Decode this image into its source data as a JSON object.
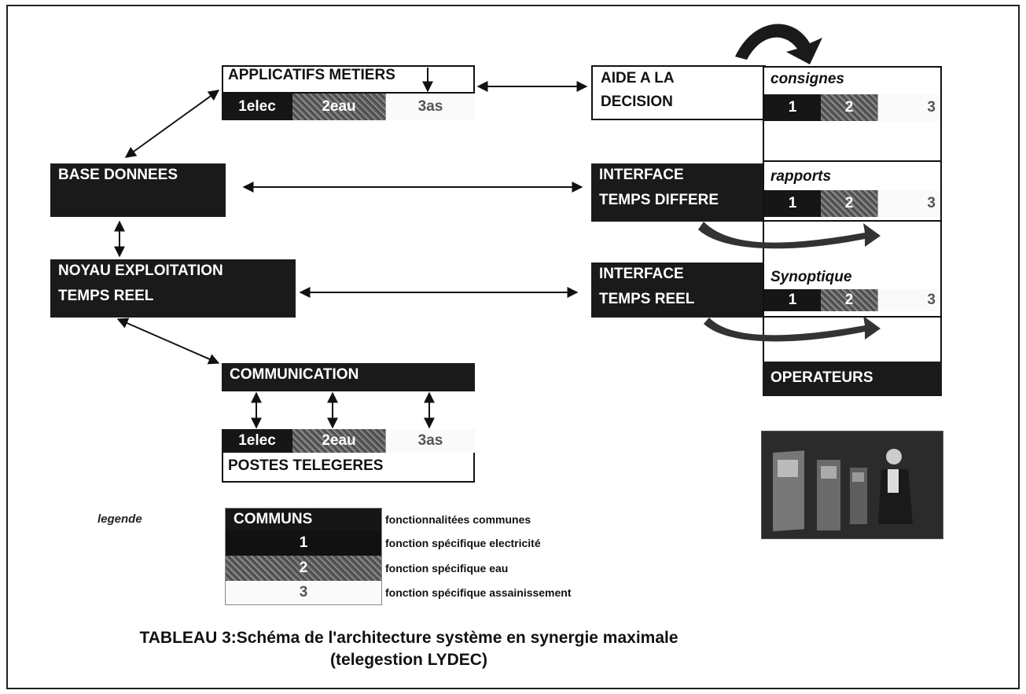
{
  "boxes": {
    "applicatifs": "APPLICATIFS METIERS",
    "aide_line1": "AIDE A LA",
    "aide_line2": "DECISION",
    "base": "BASE DONNEES",
    "noyau_line1": "NOYAU EXPLOITATION",
    "noyau_line2": "TEMPS REEL",
    "interface_diff_line1": "INTERFACE",
    "interface_diff_line2": "TEMPS DIFFERE",
    "interface_reel_line1": "INTERFACE",
    "interface_reel_line2": "TEMPS REEL",
    "communication": "COMMUNICATION",
    "postes": "POSTES TELEGERES",
    "operateurs": "OPERATEURS"
  },
  "row_cells": {
    "elec": "1elec",
    "eau": "2eau",
    "as": "3as"
  },
  "panels": {
    "consignes": "consignes",
    "rapports": "rapports",
    "synoptique": "Synoptique",
    "n1": "1",
    "n2": "2",
    "n3": "3"
  },
  "legend": {
    "title": "legende",
    "communs": "COMMUNS",
    "n1": "1",
    "n2": "2",
    "n3": "3",
    "desc_communs": "fonctionnalitées communes",
    "desc_1": "fonction spécifique electricité",
    "desc_2": "fonction spécifique eau",
    "desc_3": "fonction spécifique assainissement"
  },
  "caption": {
    "line1": "TABLEAU 3:Schéma de l'architecture système en synergie maximale",
    "line2": "(telegestion LYDEC)"
  }
}
